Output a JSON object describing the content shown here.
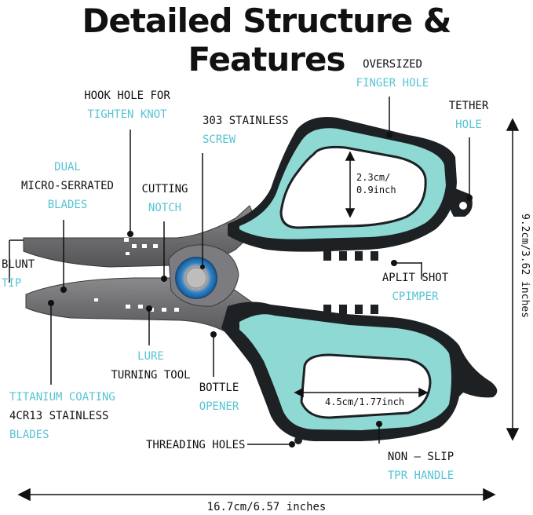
{
  "title": "Detailed Structure & Features",
  "colors": {
    "accent": "#57c4d3",
    "text": "#111111",
    "handle_teal": "#8fd9d4",
    "handle_black": "#1e2124",
    "blade": "#6e6e70"
  },
  "labels": {
    "finger_hole": {
      "line1": "OVERSIZED",
      "line2": "FINGER HOLE"
    },
    "hook_hole": {
      "line1": "HOOK HOLE FOR",
      "line2": "TIGHTEN KNOT"
    },
    "screw": {
      "line1": "303 STAINLESS",
      "line2": "SCREW"
    },
    "tether": {
      "line1": "TETHER",
      "line2": "HOLE"
    },
    "dual_blades": {
      "line1": "DUAL",
      "line2": "MICRO-SERRATED",
      "line3": "BLADES"
    },
    "cutting_notch": {
      "line1": "CUTTING",
      "line2": "NOTCH"
    },
    "blunt_tip": {
      "line1": "BLUNT",
      "line2": "TIP"
    },
    "split_shot": {
      "line1": "APLIT SHOT",
      "line2": "CPIMPER"
    },
    "lure": {
      "line1": "LURE",
      "line2": "TURNING TOOL"
    },
    "bottle": {
      "line1": "BOTTLE",
      "line2": "OPENER"
    },
    "titanium": {
      "line1": "TITANIUM COATING",
      "line2": "4CR13 STAINLESS",
      "line3": "BLADES"
    },
    "threading": {
      "line1": "THREADING HOLES"
    },
    "non_slip": {
      "line1": "NON — SLIP",
      "line2": "TPR HANDLE"
    }
  },
  "dimensions": {
    "finger_hole_height": {
      "line1": "2.3cm/",
      "line2": "0.9inch"
    },
    "lower_hole_width": "4.5cm/1.77inch",
    "total_height": "9.2cm/3.62 inches",
    "total_length": "16.7cm/6.57 inches"
  }
}
